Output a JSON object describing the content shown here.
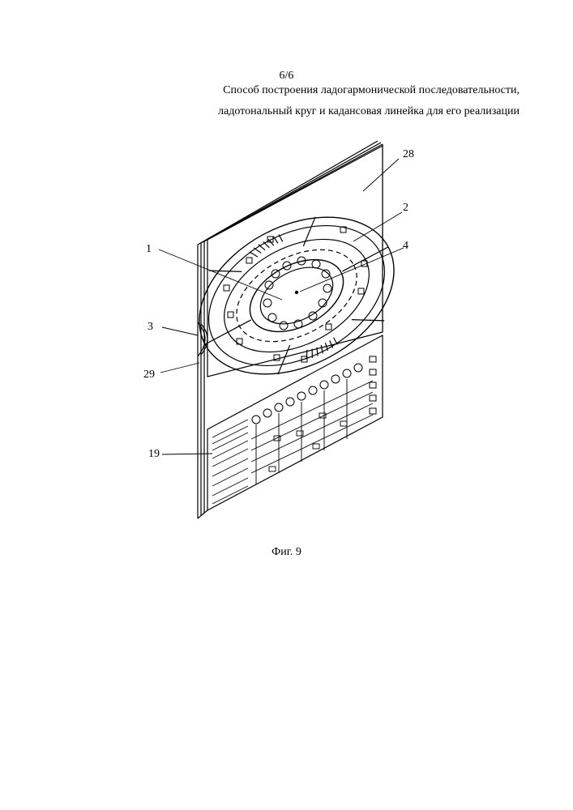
{
  "header": {
    "page_number": "6/6",
    "title_line1": "Способ построения ладогармонической последовательности,",
    "title_line2": "ладотональный круг и кадансовая линейка для его реализации"
  },
  "figure": {
    "reference_labels": {
      "r28": "28",
      "r2": "2",
      "r1": "1",
      "r4": "4",
      "r3": "3",
      "r29": "29",
      "r19": "19"
    }
  },
  "caption": "Фиг. 9"
}
